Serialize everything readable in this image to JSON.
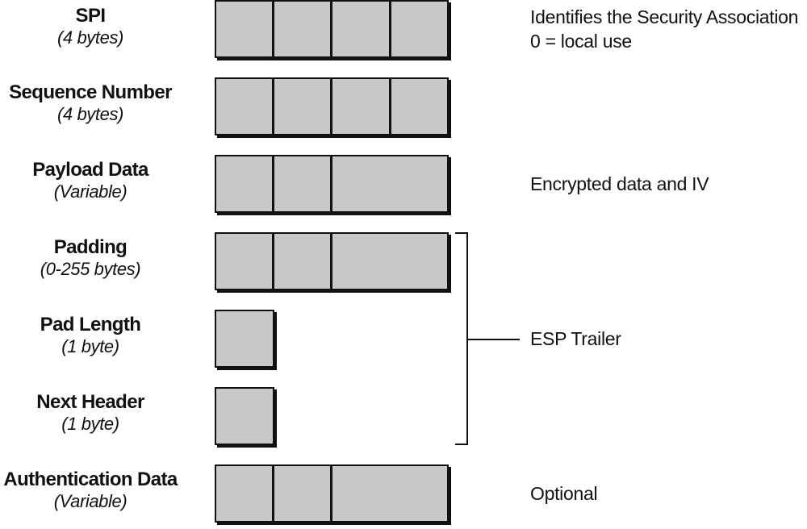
{
  "fields": [
    {
      "name": "SPI",
      "size": "(4 bytes)",
      "cells": 4
    },
    {
      "name": "Sequence Number",
      "size": "(4 bytes)",
      "cells": 4
    },
    {
      "name": "Payload Data",
      "size": "(Variable)",
      "cells": "2+wide"
    },
    {
      "name": "Padding",
      "size": "(0-255 bytes)",
      "cells": "2+wide"
    },
    {
      "name": "Pad Length",
      "size": "(1 byte)",
      "cells": 1
    },
    {
      "name": "Next Header",
      "size": "(1 byte)",
      "cells": 1
    },
    {
      "name": "Authentication Data",
      "size": "(Variable)",
      "cells": "2+wide"
    }
  ],
  "annotations": {
    "spi_line1": "Identifies the Security Association",
    "spi_line2": "0 = local use",
    "payload": "Encrypted data and IV",
    "trailer": "ESP Trailer",
    "auth": "Optional"
  },
  "colors": {
    "cell_fill": "#c8c8c8",
    "outline": "#111111",
    "background": "#ffffff"
  }
}
